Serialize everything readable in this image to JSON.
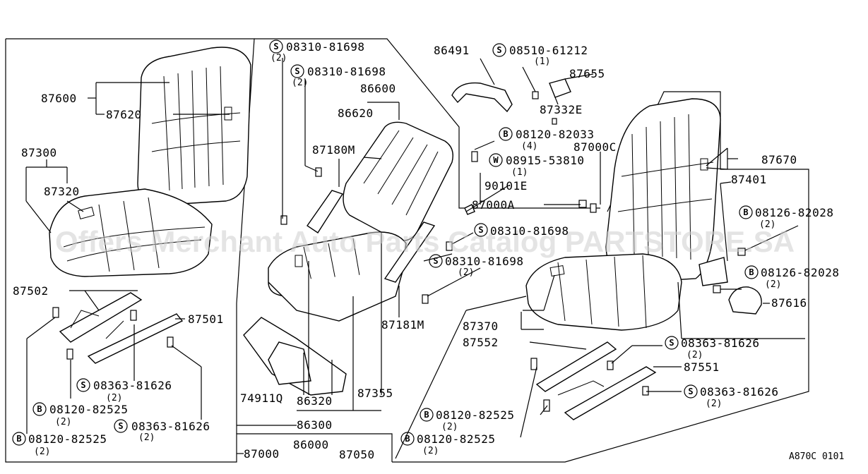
{
  "watermark": "Offers Merchant Auto Parts Catalog PARTSTORE.SA",
  "diagram_code": "A870C 0101",
  "labels": {
    "p87600": "87600",
    "p87620": "87620",
    "p87300": "87300",
    "p87320": "87320",
    "p87502": "87502",
    "p87501": "87501",
    "s_08363_l": "08363-81626",
    "s_08363_l_q": "(2)",
    "b_08120_l1": "08120-82525",
    "b_08120_l1_q": "(2)",
    "s_08363_l2": "08363-81626",
    "s_08363_l2_q": "(2)",
    "b_08120_l2": "08120-82525",
    "b_08120_l2_q": "(2)",
    "p87000": "87000",
    "s_08310_a": "08310-81698",
    "s_08310_a_q": "(2)",
    "s_08310_b": "08310-81698",
    "s_08310_b_q": "(2)",
    "p86600": "86600",
    "p86620": "86620",
    "p87180M": "87180M",
    "p87181M": "87181M",
    "p74911Q": "74911Q",
    "p86320": "86320",
    "p87355": "87355",
    "p86300": "86300",
    "p86000": "86000",
    "p87050": "87050",
    "p86491": "86491",
    "s_08510": "08510-61212",
    "s_08510_q": "(1)",
    "p87655": "87655",
    "p87332E": "87332E",
    "b_08120_82033": "08120-82033",
    "b_08120_82033_q": "(4)",
    "p87000C": "87000C",
    "w_08915": "08915-53810",
    "w_08915_q": "(1)",
    "p90101E": "90101E",
    "p87000A": "87000A",
    "s_08310_c": "08310-81698",
    "s_08310_d": "08310-81698",
    "s_08310_d_q": "(2)",
    "p87670": "87670",
    "p87401": "87401",
    "b_08126_a": "08126-82028",
    "b_08126_a_q": "(2)",
    "b_08126_b": "08126-82028",
    "b_08126_b_q": "(2)",
    "p87616": "87616",
    "p87370": "87370",
    "p87552": "87552",
    "s_08363_r1": "08363-81626",
    "s_08363_r1_q": "(2)",
    "p87551": "87551",
    "s_08363_r2": "08363-81626",
    "s_08363_r2_q": "(2)",
    "b_08120_r1": "08120-82525",
    "b_08120_r1_q": "(2)",
    "b_08120_r2": "08120-82525",
    "b_08120_r2_q": "(2)"
  },
  "symbols": {
    "s": "S",
    "b": "B",
    "w": "W"
  }
}
